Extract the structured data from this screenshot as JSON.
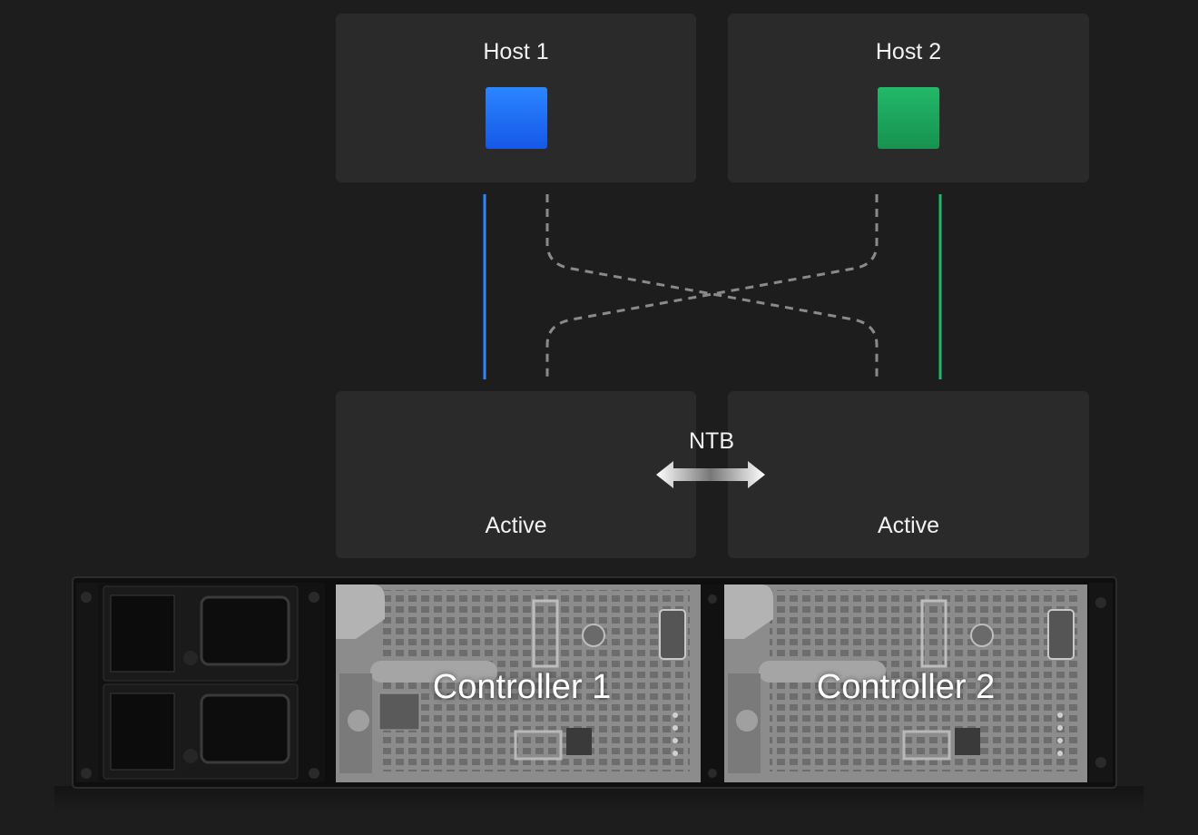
{
  "hosts": [
    {
      "label": "Host 1",
      "color": "#1f6ff5"
    },
    {
      "label": "Host 2",
      "color": "#1fa85e"
    }
  ],
  "controllers": [
    {
      "label": "Controller 1",
      "state": "Active"
    },
    {
      "label": "Controller 2",
      "state": "Active"
    }
  ],
  "interconnect": {
    "label": "NTB"
  },
  "links": {
    "solid": [
      "Host 1 → Controller 1",
      "Host 2 → Controller 2"
    ],
    "dashed": [
      "Host 1 → Controller 2",
      "Host 2 → Controller 1"
    ]
  },
  "colors": {
    "background": "#1d1d1d",
    "panel": "#2a2a2a",
    "dashed_link": "#8a8a8a"
  }
}
